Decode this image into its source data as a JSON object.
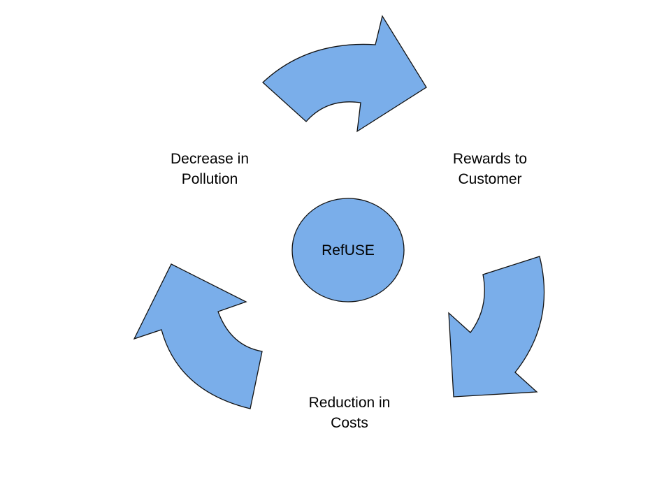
{
  "diagram": {
    "type": "cycle",
    "center": {
      "label": "RefUSE"
    },
    "nodes": [
      {
        "id": "rewards",
        "label_line1": "Rewards to",
        "label_line2": "Customer"
      },
      {
        "id": "costs",
        "label_line1": "Reduction in",
        "label_line2": "Costs"
      },
      {
        "id": "pollution",
        "label_line1": "Decrease in",
        "label_line2": "Pollution"
      }
    ],
    "arrows": [
      {
        "from": "pollution",
        "to": "rewards",
        "direction": "clockwise"
      },
      {
        "from": "rewards",
        "to": "costs",
        "direction": "clockwise"
      },
      {
        "from": "costs",
        "to": "pollution",
        "direction": "clockwise"
      }
    ],
    "colors": {
      "shape_fill": "#7aaeea",
      "outline": "#111111",
      "text": "#000000"
    }
  }
}
